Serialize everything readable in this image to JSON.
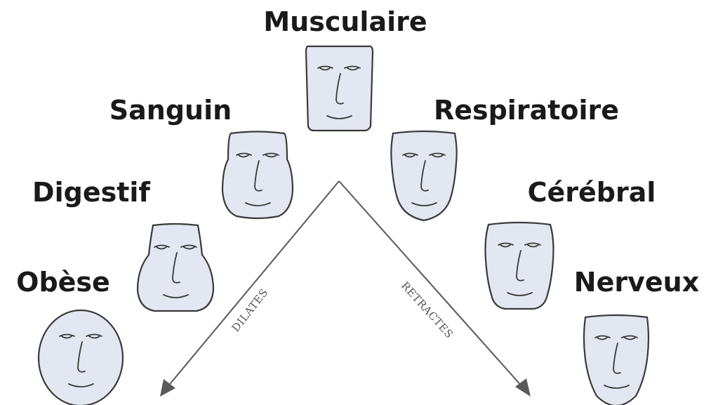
{
  "labels": {
    "musculaire": "Musculaire",
    "sanguin": "Sanguin",
    "respiratoire": "Respiratoire",
    "digestif": "Digestif",
    "cerebral": "Cérébral",
    "obese": "Obèse",
    "nerveux": "Nerveux"
  },
  "arrows": {
    "left": "DILATES",
    "right": "RETRACTES"
  },
  "colors": {
    "face_fill": "#e2e7f1",
    "outline": "#3a3a3a",
    "arrow": "#595959",
    "label_text": "#1a1a1a"
  }
}
